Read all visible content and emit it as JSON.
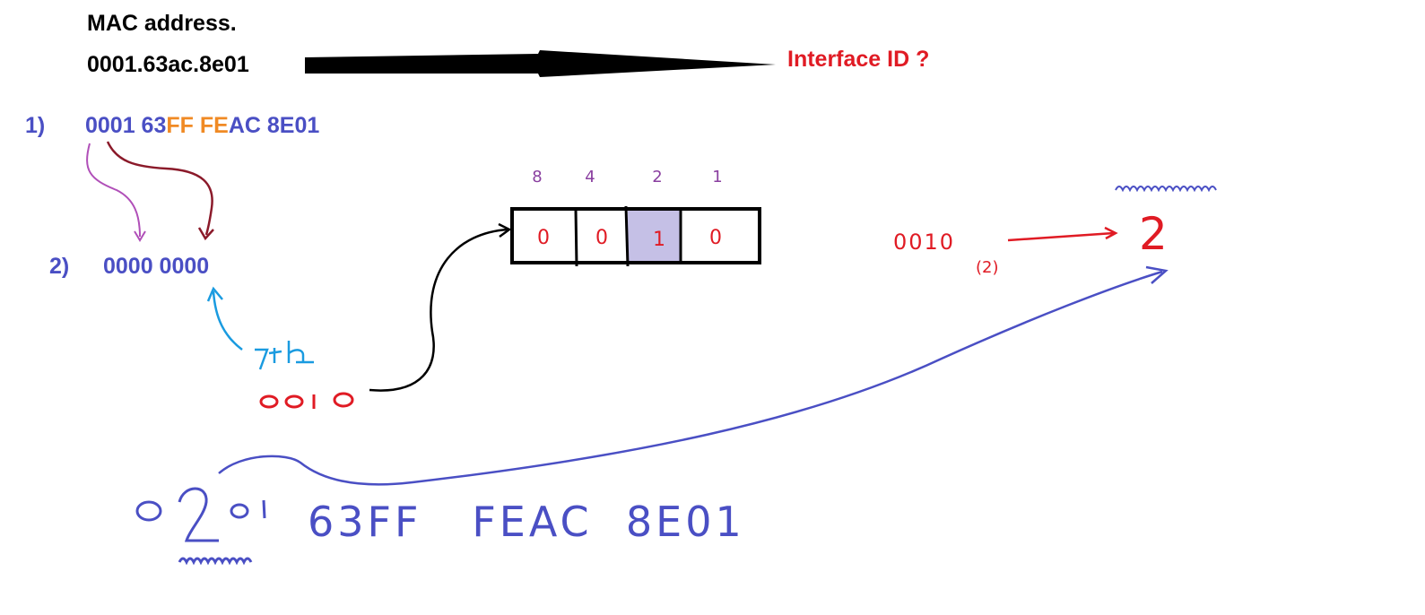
{
  "header": {
    "title": "MAC address.",
    "mac": "0001.63ac.8e01",
    "target_label": "Interface ID ?"
  },
  "step1": {
    "number": "1)",
    "part_a": "0001 63",
    "part_b": "FF",
    "part_c": " ",
    "part_d": "FE",
    "part_e": "AC 8E01"
  },
  "step2": {
    "number": "2)",
    "value": "0000 0000"
  },
  "bit_table": {
    "weights": [
      "8",
      "4",
      "2",
      "1"
    ],
    "bits": [
      "0",
      "0",
      "1",
      "0"
    ],
    "highlight_index": 2,
    "highlight_color": "#c5c0e6"
  },
  "annotations": {
    "seventh_bit": "7th",
    "nibble": "0010",
    "nibble_right": "0010",
    "nibble_right_value": "(2)",
    "result_digit": "2"
  },
  "result": {
    "first_group": "0201",
    "rest": "63FF   FEAC  8E01"
  },
  "colors": {
    "black": "#000000",
    "red": "#e01b24",
    "blue": "#4a4fc4",
    "orange": "#f08a24",
    "cyan": "#1a9be0",
    "purple": "#b04fb8",
    "maroon": "#8b1a2a"
  }
}
